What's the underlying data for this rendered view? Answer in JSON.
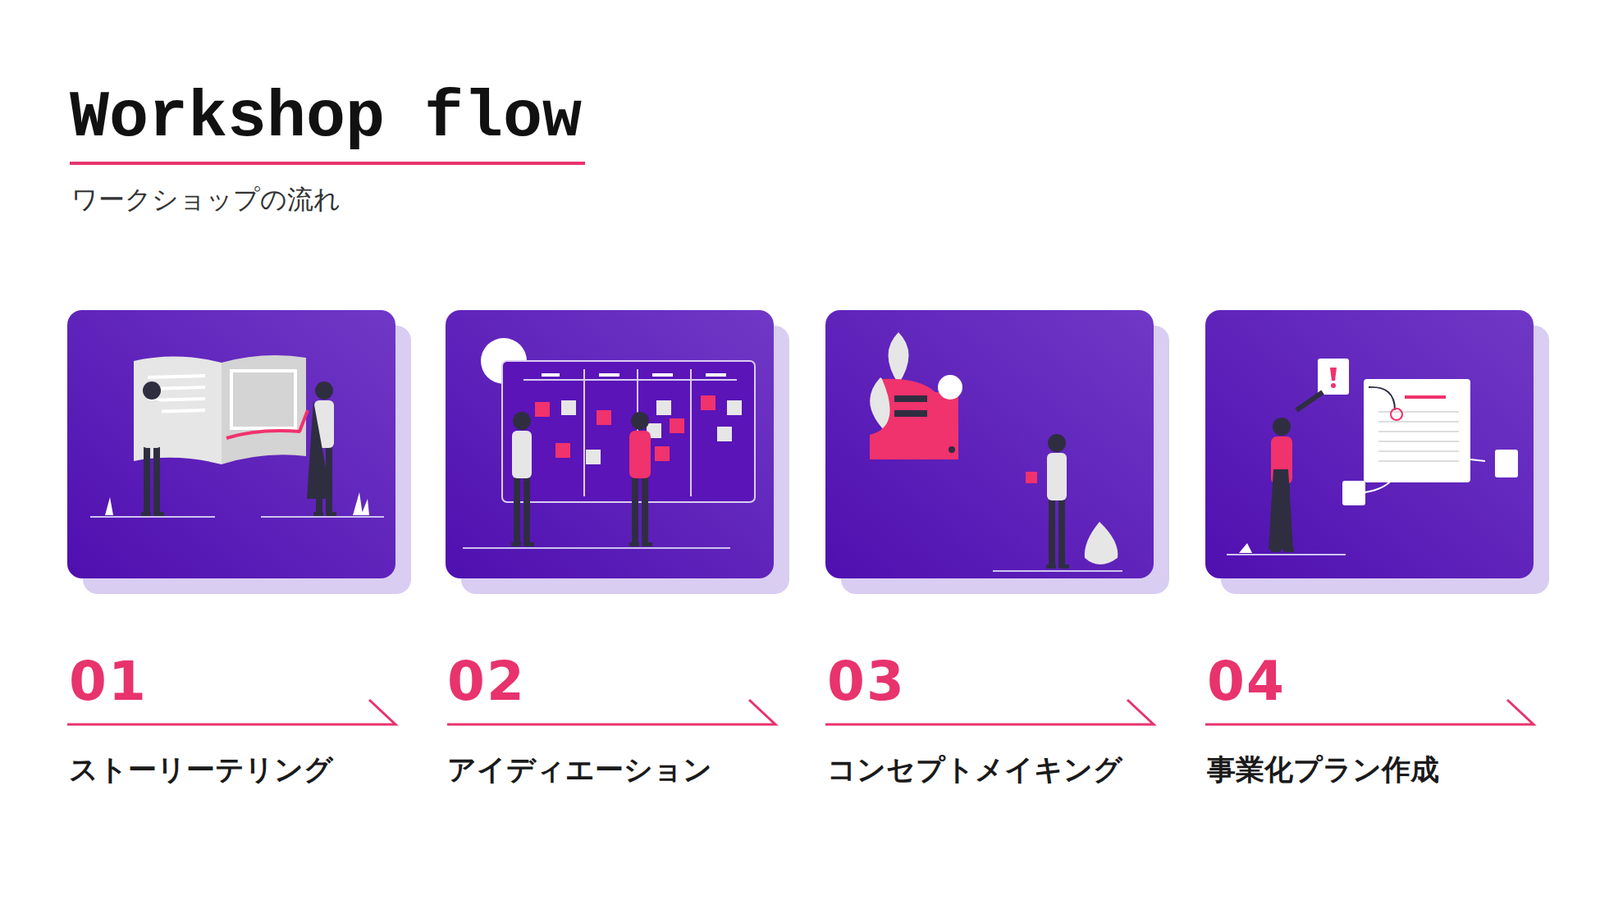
{
  "diagram": {
    "title": "Workshop flow",
    "nodes": [
      {
        "text": [
          "01",
          "ストーリーテリング"
        ]
      },
      {
        "text": [
          "02",
          "アイディエーション"
        ]
      },
      {
        "text": [
          "03",
          "コンセプトメイキング"
        ]
      },
      {
        "text": [
          "04",
          "事業化プラン作成"
        ]
      }
    ],
    "labels": [
      "ワークショップの流れ"
    ]
  }
}
